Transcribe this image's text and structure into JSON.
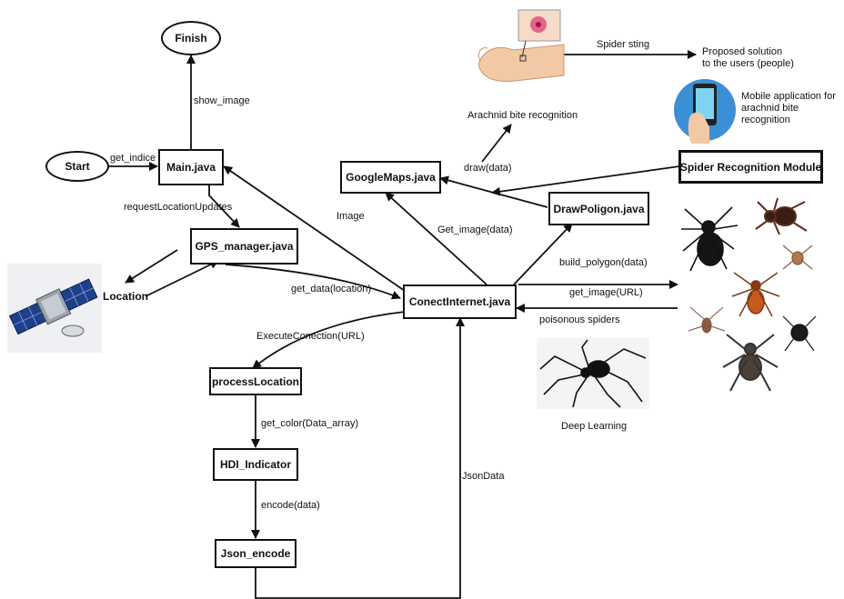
{
  "nodes": {
    "finish": "Finish",
    "start": "Start",
    "main": "Main.java",
    "gps": "GPS_manager.java",
    "location": "Location",
    "google_maps": "GoogleMaps.java",
    "draw_polygon": "DrawPoligon.java",
    "conect_internet": "ConectInternet.java",
    "process_location": "processLocation",
    "hdi": "HDI_Indicator",
    "json_encode": "Json_encode",
    "spider_module": "Spider Recognition Module"
  },
  "edges": {
    "show_image": "show_image",
    "get_indice": "get_indice",
    "request_location": "requestLocationUpdates",
    "image": "Image",
    "get_data_location": "get_data(location)",
    "get_image_data": "Get_image(data)",
    "draw_data": "draw(data)",
    "build_polygon": "build_polygon(data)",
    "get_image_url": "get_image(URL)",
    "poisonous": "poisonous spiders",
    "execute_conection": "ExecuteConection(URL)",
    "get_color": "get_color(Data_array)",
    "encode_data": "encode(data)",
    "json_data": "JsonData",
    "spider_sting": "Spider sting"
  },
  "captions": {
    "arachnid_bite": "Arachnid bite recognition",
    "proposed_line1": "Proposed solution",
    "proposed_line2": "to the users (people)",
    "mobile_line1": "Mobile application for",
    "mobile_line2": "arachnid bite recognition",
    "deep_learning": "Deep Learning"
  },
  "colors": {
    "line": "#111111",
    "phone_circle": "#3b8fd4",
    "skin": "#f2c9a5"
  }
}
